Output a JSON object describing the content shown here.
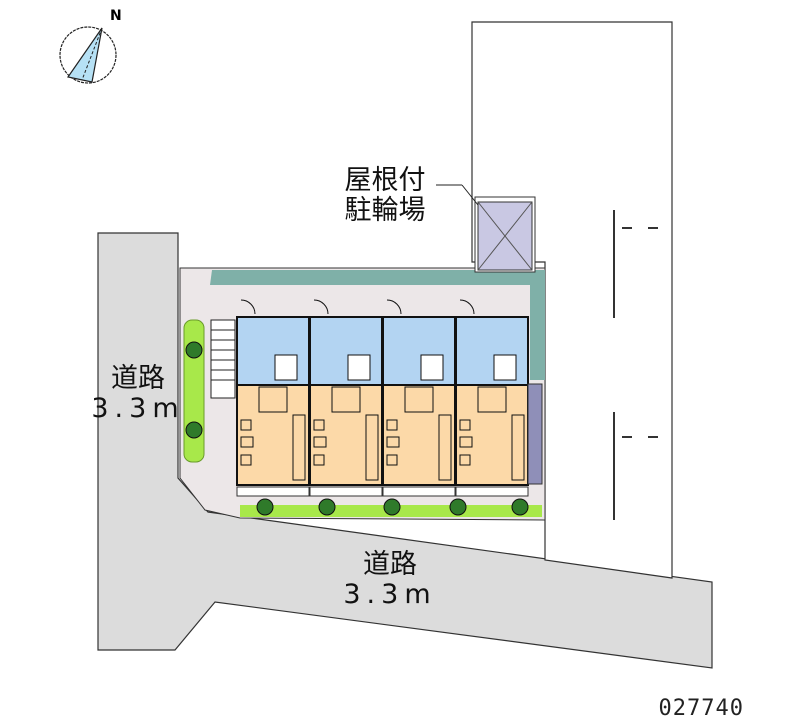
{
  "labels": {
    "bicycle_parking_line1": "屋根付",
    "bicycle_parking_line2": "駐輪場",
    "road_left_name": "道路",
    "road_left_width": "3.3m",
    "road_bottom_name": "道路",
    "road_bottom_width": "3.3m"
  },
  "property_code": "027740",
  "compass": {
    "icon": "north-arrow-icon",
    "label": "N"
  },
  "units": 4,
  "colors": {
    "road": "#dcdcdc",
    "room_floor": "#fcd9a8",
    "wet_area": "#b3d4f2",
    "greenery": "#a8e84a",
    "corridor": "#7fb0a8",
    "bike_shelter": "#c9c8e3"
  }
}
